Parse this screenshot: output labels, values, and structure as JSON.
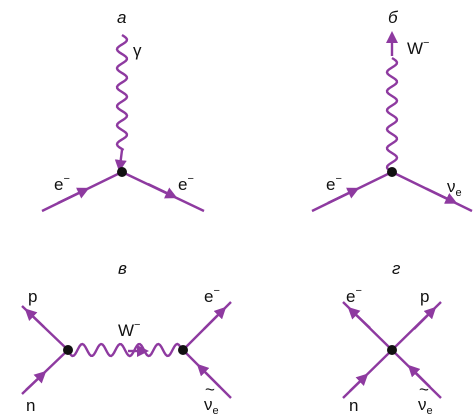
{
  "colors": {
    "line": "#8e3aa0",
    "vertex": "#111111",
    "text": "#111111"
  },
  "diagrams": {
    "a": {
      "caption": "а",
      "boson": {
        "sym": "γ",
        "sup": ""
      },
      "left": {
        "sym": "e",
        "sup": "−",
        "sub": "",
        "tilde": false
      },
      "right": {
        "sym": "e",
        "sup": "−",
        "sub": "",
        "tilde": false
      }
    },
    "b": {
      "caption": "б",
      "boson": {
        "sym": "W",
        "sup": "−"
      },
      "left": {
        "sym": "e",
        "sup": "−",
        "sub": "",
        "tilde": false
      },
      "right": {
        "sym": "ν",
        "sup": "",
        "sub": "e",
        "tilde": false
      }
    },
    "c": {
      "caption": "в",
      "boson": {
        "sym": "W",
        "sup": "−"
      },
      "top_left": {
        "sym": "p",
        "sup": "",
        "sub": "",
        "tilde": false
      },
      "bottom_left": {
        "sym": "n",
        "sup": "",
        "sub": "",
        "tilde": false
      },
      "top_right": {
        "sym": "e",
        "sup": "−",
        "sub": "",
        "tilde": false
      },
      "bottom_right": {
        "sym": "ν",
        "sup": "",
        "sub": "e",
        "tilde": true
      }
    },
    "d": {
      "caption": "г",
      "top_left": {
        "sym": "e",
        "sup": "−",
        "sub": "",
        "tilde": false
      },
      "top_right": {
        "sym": "p",
        "sup": "",
        "sub": "",
        "tilde": false
      },
      "bottom_left": {
        "sym": "n",
        "sup": "",
        "sub": "",
        "tilde": false
      },
      "bottom_right": {
        "sym": "ν",
        "sup": "",
        "sub": "e",
        "tilde": true
      }
    }
  }
}
